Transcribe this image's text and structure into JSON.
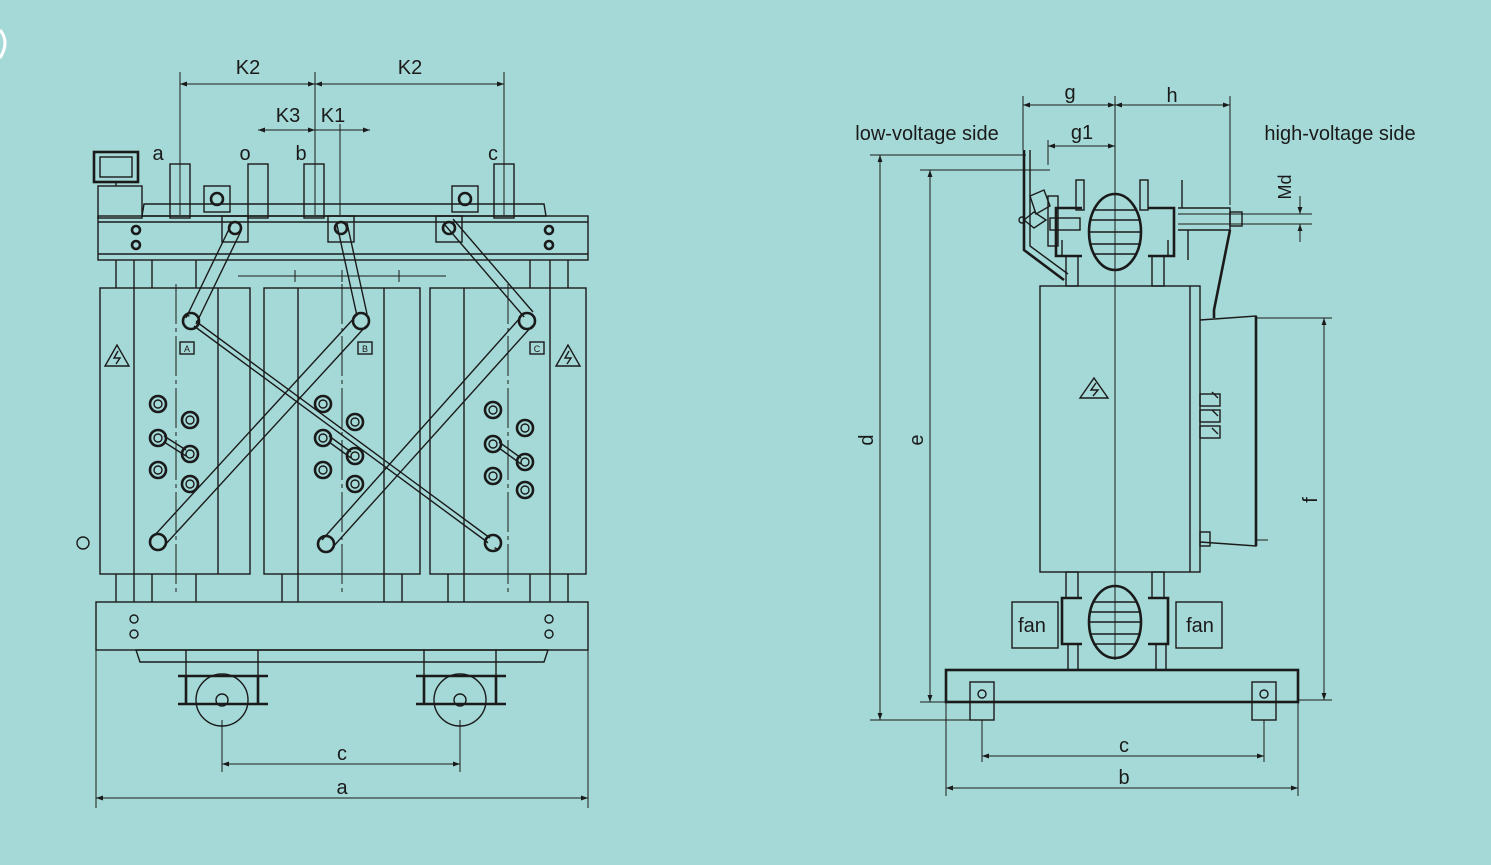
{
  "front_view": {
    "dim_top_left": "K2",
    "dim_top_right": "K2",
    "dim_k3": "K3",
    "dim_k1": "K1",
    "terminal_a": "a",
    "terminal_o": "o",
    "terminal_b": "b",
    "terminal_c": "c",
    "phase_a": "A",
    "phase_b": "B",
    "phase_c": "C",
    "dim_wheel_span": "c",
    "dim_width": "a"
  },
  "side_view": {
    "label_low_voltage": "low-voltage side",
    "label_high_voltage": "high-voltage side",
    "dim_g": "g",
    "dim_h": "h",
    "dim_g1": "g1",
    "dim_md": "Md",
    "dim_d": "d",
    "dim_e": "e",
    "dim_f": "f",
    "fan_left": "fan",
    "fan_right": "fan",
    "dim_base_span": "c",
    "dim_base_width": "b"
  },
  "colors": {
    "background": "#a5d9d7",
    "line": "#1a1a1a"
  },
  "icons": [
    "high-voltage-warning-icon",
    "bolt-circle-icon"
  ]
}
